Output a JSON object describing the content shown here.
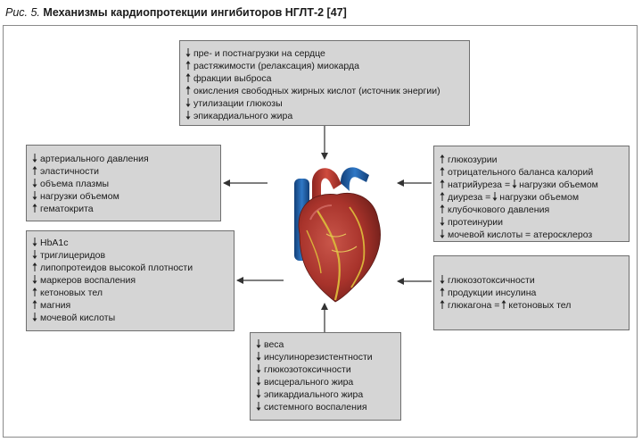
{
  "caption": {
    "figure_label": "Рис. 5.",
    "title": "Механизмы кардиопротекции ингибиторов НГЛТ-2 [47]"
  },
  "colors": {
    "box_fill": "#d5d5d5",
    "box_border": "#6f6f6f",
    "arrow": "#333333",
    "heart_red": "#a8332b",
    "vessel_blue": "#1f5fa8",
    "vessel_yellow": "#d9b23a"
  },
  "boxes": {
    "top": [
      {
        "arrow": "down",
        "text": "пре- и постнагрузки на сердце"
      },
      {
        "arrow": "up",
        "text": "растяжимости (релаксация) миокарда"
      },
      {
        "arrow": "up",
        "text": "фракции выброса"
      },
      {
        "arrow": "up",
        "text": "окисления свободных жирных кислот (источник энергии)"
      },
      {
        "arrow": "down",
        "text": "утилизации глюкозы"
      },
      {
        "arrow": "down",
        "text": "эпикардиального жира"
      }
    ],
    "left_upper": [
      {
        "arrow": "down",
        "text": "артериального давления"
      },
      {
        "arrow": "up",
        "text": "эластичности"
      },
      {
        "arrow": "down",
        "text": "объема плазмы"
      },
      {
        "arrow": "down",
        "text": "нагрузки объемом"
      },
      {
        "arrow": "up",
        "text": "гематокрита"
      }
    ],
    "left_lower": [
      {
        "arrow": "down",
        "text": "HbA1c"
      },
      {
        "arrow": "down",
        "text": "триглицеридов"
      },
      {
        "arrow": "up",
        "text": "липопротеидов высокой плотности"
      },
      {
        "arrow": "down",
        "text": "маркеров воспаления"
      },
      {
        "arrow": "up",
        "text": "кетоновых тел"
      },
      {
        "arrow": "up",
        "text": "магния"
      },
      {
        "arrow": "down",
        "text": "мочевой кислоты"
      }
    ],
    "right_upper": [
      {
        "arrow": "up",
        "text": "глюкозурии"
      },
      {
        "arrow": "up",
        "text": "отрицательного баланса калорий"
      },
      {
        "arrow": "up",
        "text": "натрийуреза =",
        "arrow2": "down",
        "text2": "нагрузки объемом"
      },
      {
        "arrow": "up",
        "text": "диуреза =",
        "arrow2": "down",
        "text2": "нагрузки объемом"
      },
      {
        "arrow": "up",
        "text": "клубочкового давления"
      },
      {
        "arrow": "down",
        "text": "протеинурии"
      },
      {
        "arrow": "down",
        "text": "мочевой кислоты = атеросклероз"
      }
    ],
    "right_lower": [
      {
        "arrow": "down",
        "text": "глюкозотоксичности"
      },
      {
        "arrow": "up",
        "text": "продукции инсулина"
      },
      {
        "arrow": "up",
        "text": "глюкагона =",
        "arrow2": "up",
        "text2": "кетоновых тел"
      }
    ],
    "bottom": [
      {
        "arrow": "down",
        "text": "веса"
      },
      {
        "arrow": "down",
        "text": "инсулинорезистентности"
      },
      {
        "arrow": "down",
        "text": "глюкозотоксичности"
      },
      {
        "arrow": "down",
        "text": "висцерального жира"
      },
      {
        "arrow": "down",
        "text": "эпикардиального жира"
      },
      {
        "arrow": "down",
        "text": "системного воспаления"
      }
    ]
  }
}
